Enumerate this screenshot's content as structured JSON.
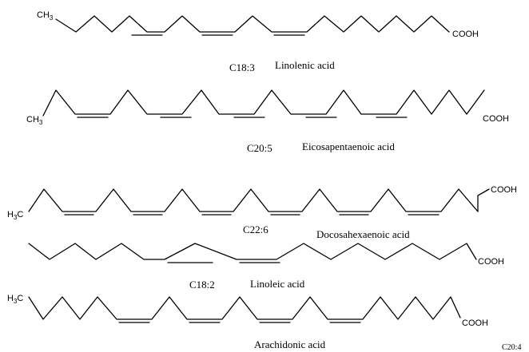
{
  "molecules": [
    {
      "id": "linolenic",
      "formula": "C18:3",
      "name": "Linolenic acid",
      "start_group": "CH",
      "start_sub": "3",
      "end_group": "COOH"
    },
    {
      "id": "epa",
      "formula": "C20:5",
      "name": "Eicosapentaenoic acid",
      "start_group": "CH",
      "start_sub": "3",
      "end_group": "COOH"
    },
    {
      "id": "dha",
      "formula": "C22:6",
      "name": "Docosahexaenoic acid",
      "start_group": "H",
      "start_sub": "3",
      "start_tail": "C",
      "end_group": "COOH"
    },
    {
      "id": "linoleic",
      "formula": "C18:2",
      "name": "Linoleic acid",
      "end_group": "COOH"
    },
    {
      "id": "arachidonic",
      "formula": "C20:4",
      "name": "Arachidonic acid",
      "start_group": "H",
      "start_sub": "3",
      "start_tail": "C",
      "end_group": "COOH"
    }
  ]
}
